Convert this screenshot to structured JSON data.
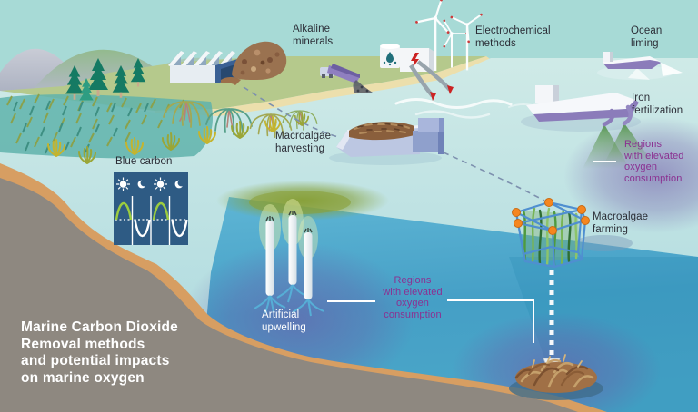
{
  "title": "Marine Carbon Dioxide\nRemoval methods\nand potential impacts\non marine oxygen",
  "labels": {
    "alkaline_minerals": "Alkaline\nminerals",
    "electrochemical_methods": "Electrochemical\nmethods",
    "ocean_liming": "Ocean\nliming",
    "iron_fertilization": "Iron\nfertilization",
    "macroalgae_harvesting": "Macroalgae\nharvesting",
    "blue_carbon": "Blue carbon",
    "macroalgae_farming": "Macroalgae\nfarming",
    "artificial_upwelling": "Artificial\nupwelling",
    "oxygen_region_right": "Regions\nwith elevated\noxygen\nconsumption",
    "oxygen_region_center": "Regions\nwith elevated\noxygen\nconsumption"
  },
  "colors": {
    "sky": "#a7dad6",
    "sea_surface": "#bfe2e2",
    "deep_water": "#45a6ca",
    "land_green": "#b5c98c",
    "beach_sand": "#ecdfac",
    "sediment_orange": "#d79e62",
    "underground_grey": "#8e8880",
    "panel_navy": "#2e5b84",
    "label_dark": "#2b2d36",
    "label_purple": "#8b3191",
    "buoy_orange": "#f5861f",
    "cage_blue": "#4f8fd0",
    "bloom_green": "#7f9c2e",
    "oxygen_purple": "#6f55a6"
  }
}
